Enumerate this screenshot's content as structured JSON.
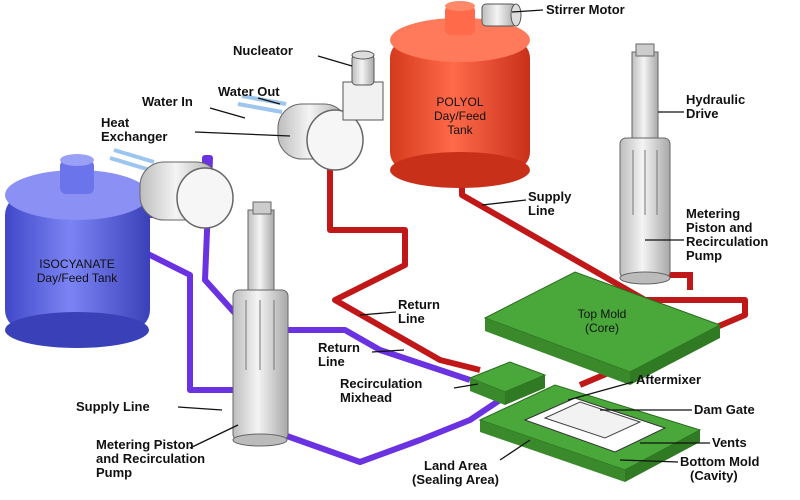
{
  "colors": {
    "polyol_pipe": "#c01818",
    "isocyanate_pipe": "#6a32e0",
    "polyol_tank": "#f05030",
    "isocyanate_tank": "#5c64e6",
    "mold": "#4aa83a",
    "water_line": "#9cc6ee"
  },
  "tanks": {
    "polyol": [
      "POLYOL",
      "Day/Feed",
      "Tank"
    ],
    "isocyanate": [
      "ISOCYANATE",
      "Day/Feed Tank"
    ]
  },
  "mold": {
    "top": [
      "Top Mold",
      "(Core)"
    ]
  },
  "labels": {
    "stirrer_motor": "Stirrer Motor",
    "nucleator": "Nucleator",
    "water_out": "Water Out",
    "water_in": "Water In",
    "heat_exchanger": [
      "Heat",
      "Exchanger"
    ],
    "hydraulic_drive": [
      "Hydraulic",
      "Drive"
    ],
    "supply_line_right": [
      "Supply",
      "Line"
    ],
    "metering_right": [
      "Metering",
      "Piston and",
      "Recirculation",
      "Pump"
    ],
    "return_line_1": [
      "Return",
      "Line"
    ],
    "return_line_2": [
      "Return",
      "Line"
    ],
    "recirculation_mixhead": [
      "Recirculation",
      "Mixhead"
    ],
    "aftermixer": "Aftermixer",
    "dam_gate": "Dam Gate",
    "vents": "Vents",
    "bottom_mold": [
      "Bottom Mold",
      "(Cavity)"
    ],
    "land_area": [
      "Land Area",
      "(Sealing Area)"
    ],
    "supply_line_left": "Supply Line",
    "metering_left": [
      "Metering Piston",
      "and Recirculation",
      "Pump"
    ]
  }
}
